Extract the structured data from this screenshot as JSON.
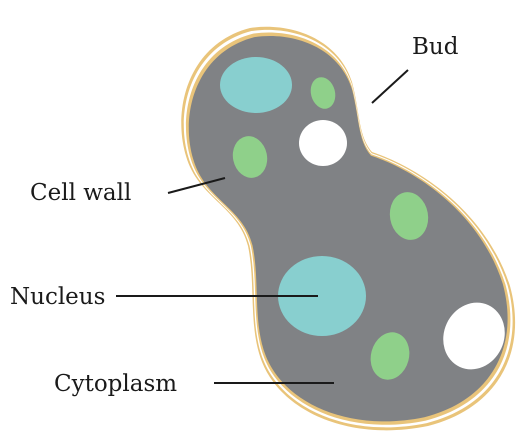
{
  "labels": {
    "bud": "Bud",
    "cell_wall": "Cell wall",
    "nucleus": "Nucleus",
    "cytoplasm": "Cytoplasm"
  },
  "colors": {
    "background": "#ffffff",
    "cell_wall": "#e9c47a",
    "membrane": "#ffffff",
    "cytoplasm": "#808285",
    "nucleus": "#88cfcf",
    "chloroplast": "#8fd08a",
    "vacuole": "#ffffff",
    "leader_line": "#1a1a1a",
    "text": "#1a1a1a"
  }
}
